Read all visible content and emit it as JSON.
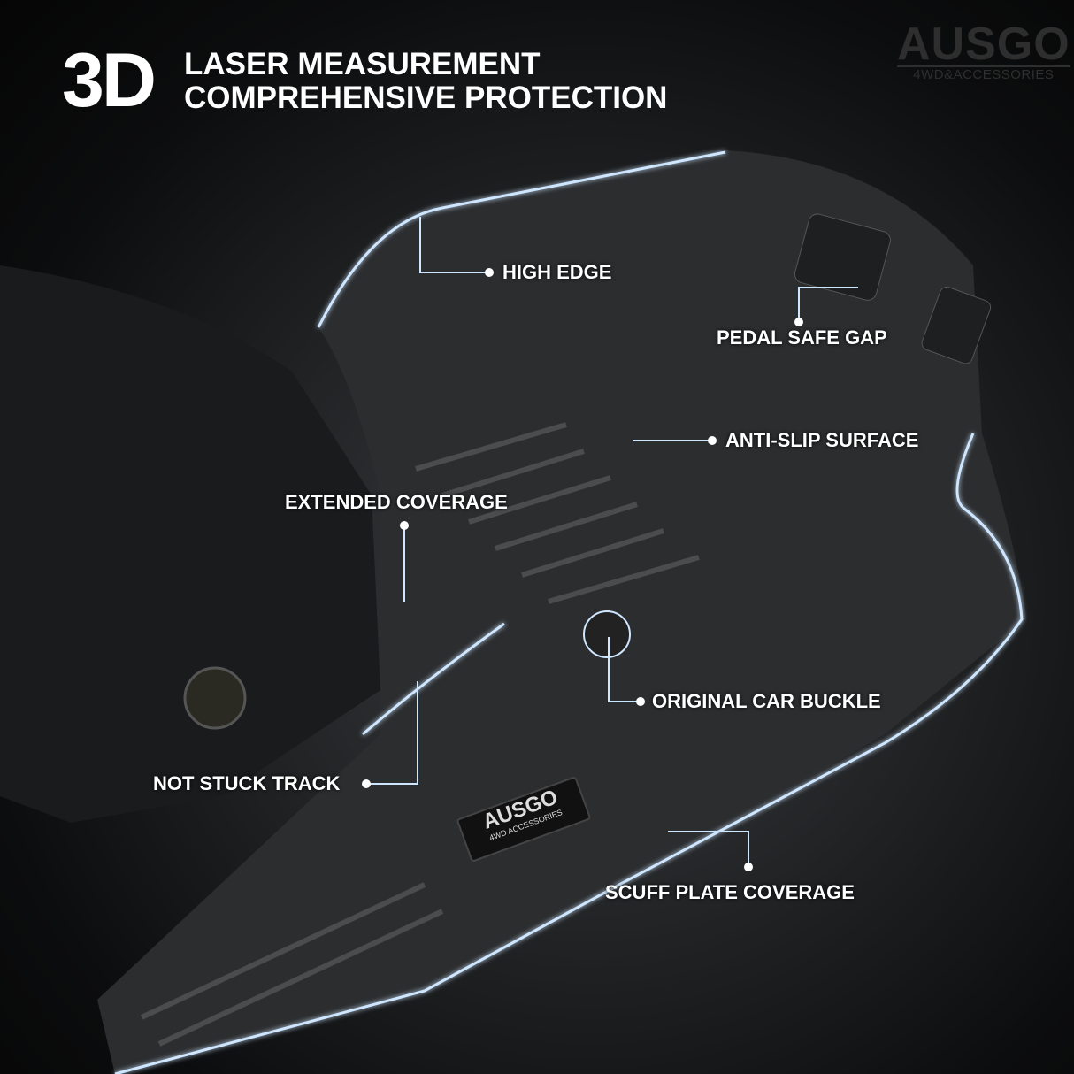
{
  "header": {
    "badge": "3D",
    "line1": "LASER MEASUREMENT",
    "line2": "COMPREHENSIVE PROTECTION"
  },
  "logo": {
    "brand": "AUSGO",
    "tagline": "4WD&ACCESSORIES"
  },
  "mat_logo": {
    "brand": "AUSGO",
    "tagline": "4WD ACCESSORIES"
  },
  "callouts": {
    "high_edge": "HIGH EDGE",
    "pedal_safe_gap": "PEDAL SAFE GAP",
    "anti_slip_surface": "ANTI-SLIP SURFACE",
    "extended_coverage": "EXTENDED COVERAGE",
    "original_car_buckle": "ORIGINAL CAR BUCKLE",
    "not_stuck_track": "NOT STUCK TRACK",
    "scuff_plate_coverage": "SCUFF PLATE COVERAGE"
  },
  "colors": {
    "outline": "#cfe6ff",
    "text": "#ffffff"
  }
}
